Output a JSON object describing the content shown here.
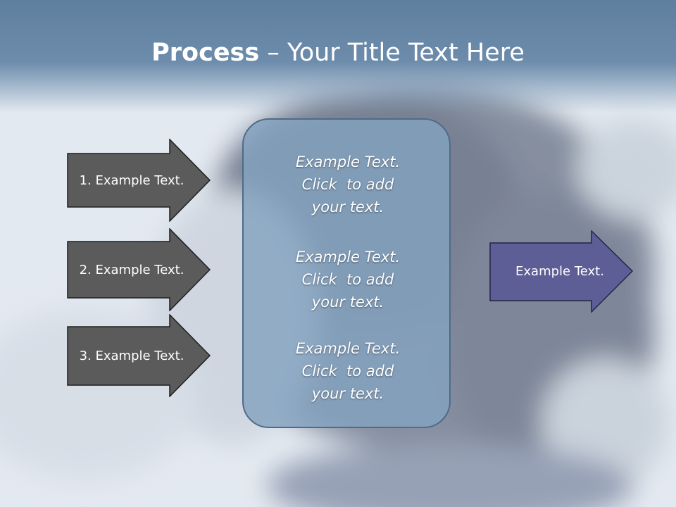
{
  "slide": {
    "title_bold": "Process",
    "title_rest": " – Your Title Text Here",
    "arrows": [
      {
        "label": "1. Example Text."
      },
      {
        "label": "2. Example Text."
      },
      {
        "label": "3. Example Text."
      }
    ],
    "center_blocks": [
      {
        "line1": "Example Text.",
        "line2": "Click  to add",
        "line3": "your text."
      },
      {
        "line1": "Example Text.",
        "line2": "Click  to add",
        "line3": "your text."
      },
      {
        "line1": "Example Text.",
        "line2": "Click  to add",
        "line3": "your text."
      }
    ],
    "output_arrow": {
      "label": "Example Text."
    }
  },
  "colors": {
    "title_band": "#6d8cac",
    "gray_arrow": "#5b5b5b",
    "center_box": "#84a2c0",
    "output_arrow": "#5e5e96"
  }
}
